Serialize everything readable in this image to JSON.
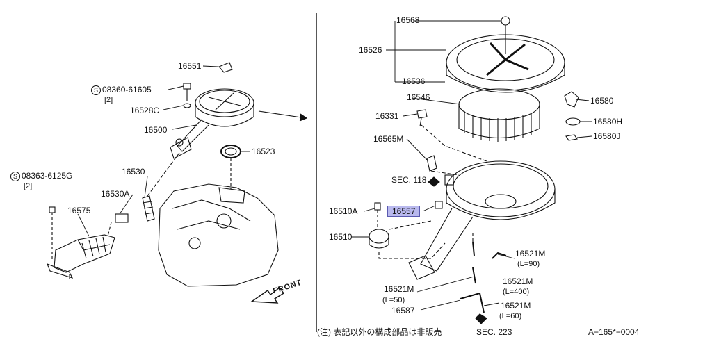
{
  "parts": {
    "p16551": "16551",
    "p08360": "08360-61605",
    "p08360_qty": "[2]",
    "p16528C": "16528C",
    "p16500": "16500",
    "p16523": "16523",
    "p08363": "08363-6125G",
    "p08363_qty": "[2]",
    "p16530": "16530",
    "p16530A": "16530A",
    "p16575": "16575",
    "p16568": "16568",
    "p16526": "16526",
    "p16536": "16536",
    "p16546": "16546",
    "p16580": "16580",
    "p16331": "16331",
    "p16580H": "16580H",
    "p16580J": "16580J",
    "p16565M": "16565M",
    "sec118": "SEC. 118",
    "p16510A": "16510A",
    "p16557": "16557",
    "p16510": "16510",
    "p16521M_a": "16521M",
    "p16521M_a_len": "(L=90)",
    "p16521M_b": "16521M",
    "p16521M_b_len": "(L=400)",
    "p16521M_c": "16521M",
    "p16521M_c_len": "(L=50)",
    "p16587": "16587",
    "p16521M_d": "16521M",
    "p16521M_d_len": "(L=60)"
  },
  "circled_s": "S",
  "front_label": "FRONT",
  "footer": {
    "note": "(注) 表記以外の構成部品は非販売",
    "sec": "SEC. 223",
    "code": "A−165*−0004"
  },
  "highlight_color": "#b9b9ee"
}
